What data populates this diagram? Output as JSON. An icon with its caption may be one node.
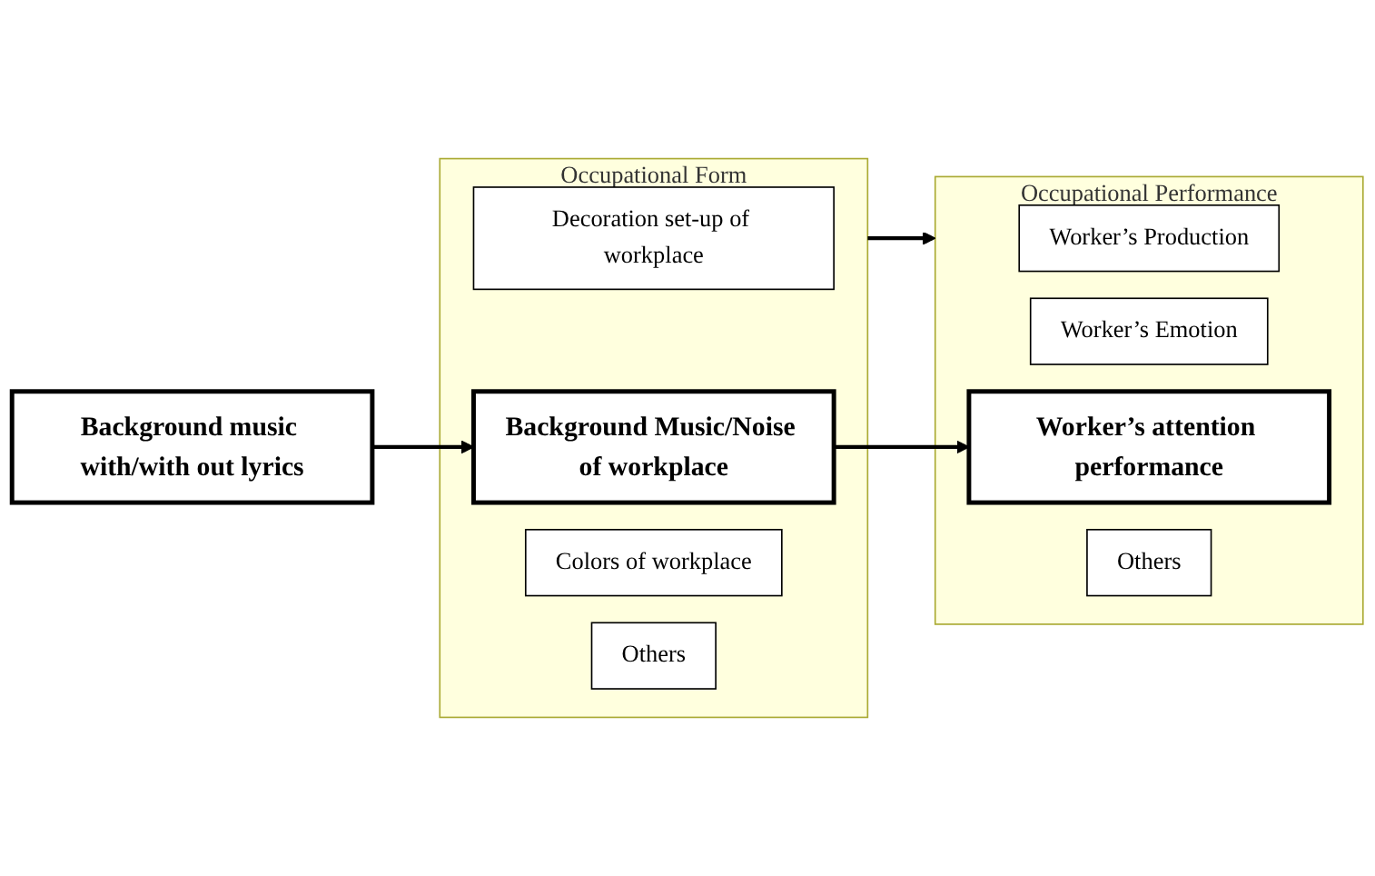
{
  "diagram": {
    "nodes": [
      {
        "text": [
          "Background music with/with out lyrics"
        ]
      },
      {
        "text": [
          "Occupational Form"
        ]
      },
      {
        "text": [
          "Decoration set-up of workplace"
        ],
        "in": 1
      },
      {
        "text": [
          "Background Music/Noise of workplace"
        ],
        "in": 1
      },
      {
        "text": [
          "Colors of workplace"
        ],
        "in": 1
      },
      {
        "text": [
          "Others"
        ],
        "in": 1
      },
      {
        "text": [
          "Occupational Performance"
        ]
      },
      {
        "text": [
          "Worker’s Production"
        ],
        "in": 6
      },
      {
        "text": [
          "Worker’s Emotion"
        ],
        "in": 6
      },
      {
        "text": [
          "Worker’s attention performance"
        ],
        "in": 6
      },
      {
        "text": [
          "Others"
        ],
        "in": 6
      }
    ],
    "edges": [
      {
        "from": 0,
        "to": 3,
        "arrow": "to"
      },
      {
        "from": 3,
        "to": 9,
        "arrow": "to"
      },
      {
        "from": 1,
        "to": 6,
        "arrow": "to"
      }
    ]
  }
}
